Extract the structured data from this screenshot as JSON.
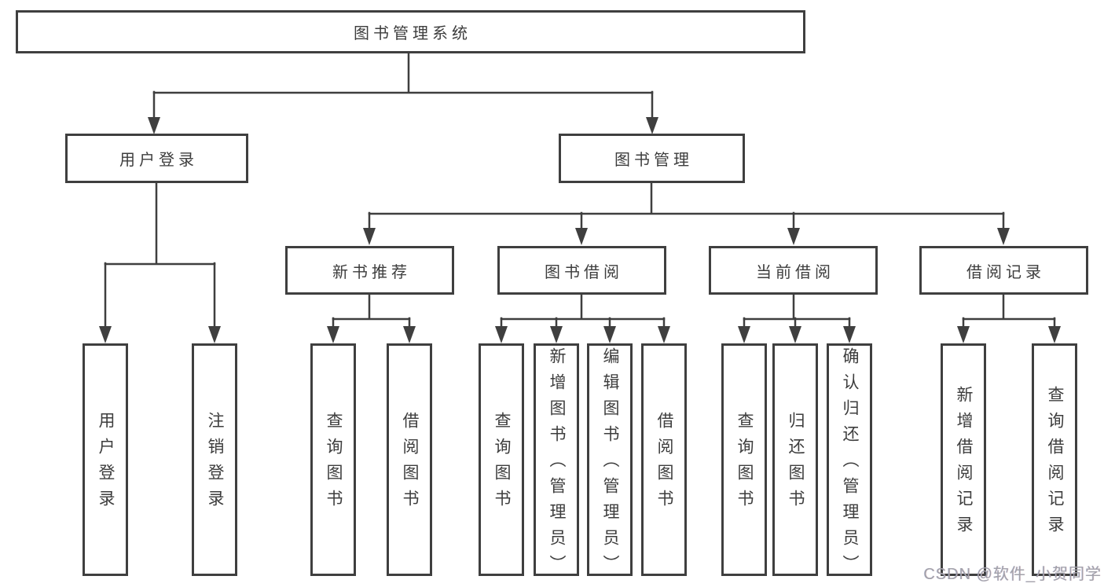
{
  "diagram": {
    "root": "图书管理系统",
    "branches": [
      {
        "label": "用户登录",
        "children": [
          "用户登录",
          "注销登录"
        ]
      },
      {
        "label": "图书管理",
        "sections": [
          {
            "label": "新书推荐",
            "children": [
              "查询图书",
              "借阅图书"
            ]
          },
          {
            "label": "图书借阅",
            "children": [
              "查询图书",
              "新增图书（管理员）",
              "编辑图书（管理员）",
              "借阅图书"
            ]
          },
          {
            "label": "当前借阅",
            "children": [
              "查询图书",
              "归还图书",
              "确认归还（管理员）"
            ]
          },
          {
            "label": "借阅记录",
            "children": [
              "新增借阅记录",
              "查询借阅记录"
            ]
          }
        ]
      }
    ]
  },
  "watermark": "CSDN @软件_小贺同学",
  "colors": {
    "line": "#3f3f3f",
    "text": "#3d3d3d",
    "background": "#ffffff",
    "watermark": "#a2a2aa"
  }
}
